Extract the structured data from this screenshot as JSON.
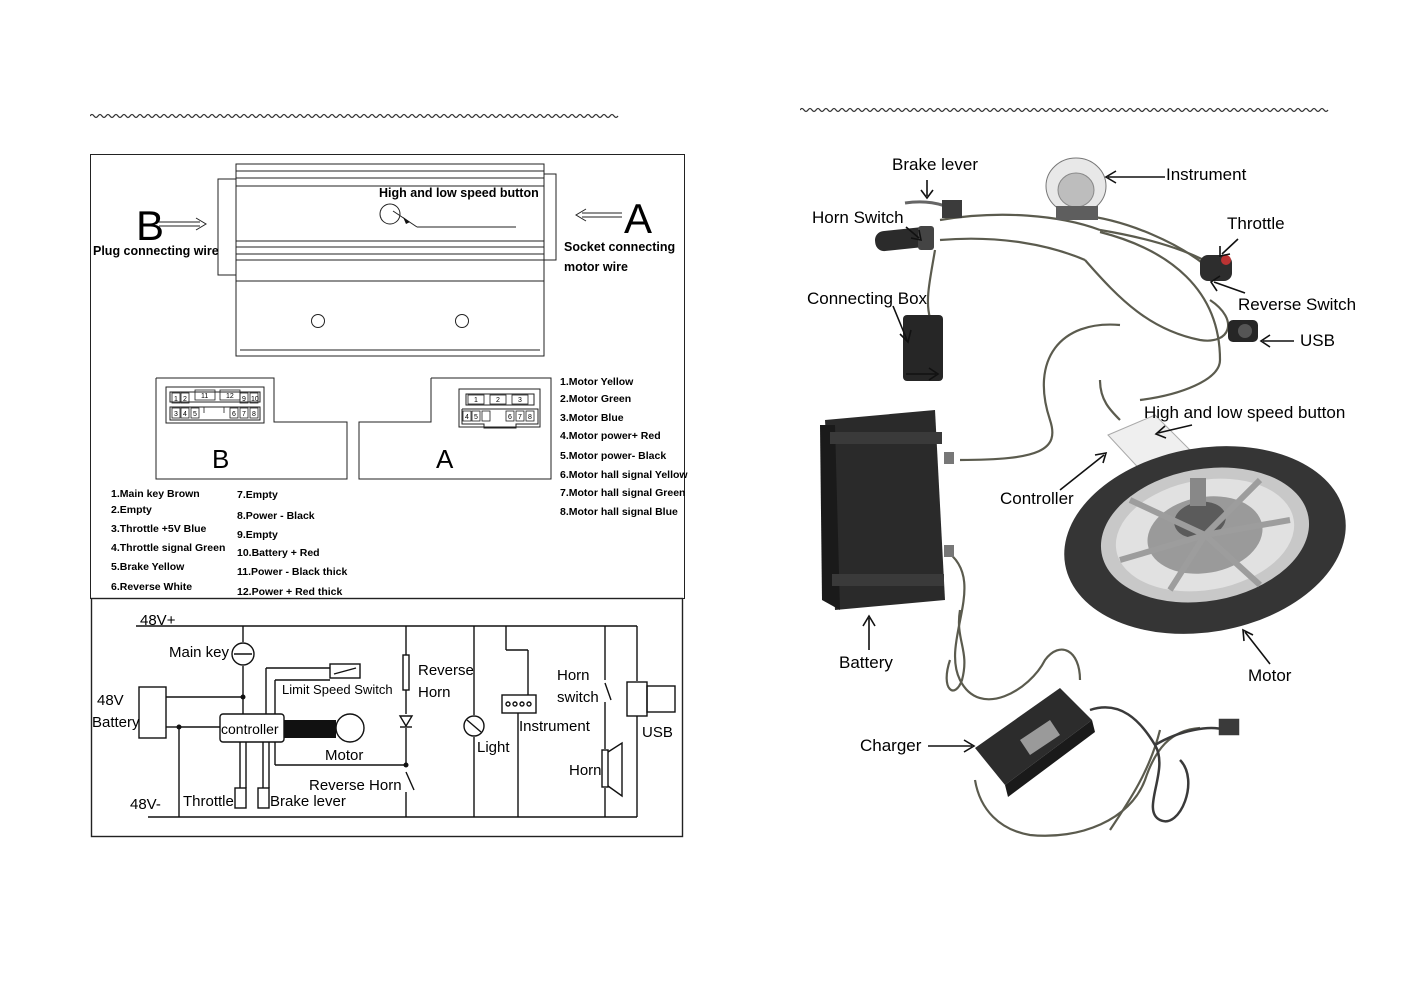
{
  "controller_diagram": {
    "high_low_button": "High and low speed button",
    "letter_b": "B",
    "letter_a": "A",
    "plug_label": "Plug connecting wire",
    "socket_label_1": "Socket connecting",
    "socket_label_2": "motor wire",
    "connector_b_letter": "B",
    "connector_a_letter": "A",
    "connector_b_pins": [
      "1",
      "2",
      "11",
      "12",
      "9",
      "10",
      "3",
      "4",
      "5",
      "6",
      "7",
      "8"
    ],
    "connector_a_pins": [
      "1",
      "2",
      "3",
      "4",
      "5",
      "6",
      "7",
      "8"
    ],
    "pins_a": [
      "1.Motor  Yellow",
      "2.Motor  Green",
      "3.Motor  Blue",
      "4.Motor power+  Red",
      "5.Motor power-  Black",
      "6.Motor hall signal Yellow",
      "7.Motor hall signal Green",
      "8.Motor hall signal Blue"
    ],
    "pins_b_left": [
      "1.Main key  Brown",
      "2.Empty",
      "3.Throttle +5V  Blue",
      "4.Throttle signal  Green",
      "5.Brake  Yellow",
      "6.Reverse  White"
    ],
    "pins_b_right": [
      "7.Empty",
      "8.Power -    Black",
      "9.Empty",
      "10.Battery +    Red",
      "11.Power -    Black thick",
      "12.Power +   Red thick"
    ]
  },
  "wiring_diagram": {
    "v48_plus": "48V+",
    "main_key": "Main key",
    "battery_1": "48V",
    "battery_2": "Battery",
    "controller": "controller",
    "limit_speed_switch": "Limit Speed Switch",
    "motor": "Motor",
    "reverse_horn_1": "Reverse",
    "reverse_horn_2": "Horn",
    "reverse_horn_switch": "Reverse Horn",
    "light": "Light",
    "instrument": "Instrument",
    "horn_switch_1": "Horn",
    "horn_switch_2": "switch",
    "horn": "Horn",
    "usb": "USB",
    "v48_minus": "48V-",
    "throttle": "Throttle",
    "brake_lever": "Brake lever"
  },
  "kit_photo": {
    "brake_lever": "Brake lever",
    "instrument": "Instrument",
    "horn_switch": "Horn Switch",
    "throttle": "Throttle",
    "connecting_box": "Connecting Box",
    "reverse_switch": "Reverse Switch",
    "usb": "USB",
    "high_low_button": "High and low speed button",
    "controller": "Controller",
    "battery": "Battery",
    "motor": "Motor",
    "charger": "Charger"
  },
  "colors": {
    "line": "#111111",
    "wire": "#5b5b4e",
    "battery_body": "#2a2a2a",
    "tire": "#353535",
    "rim": "#c8c8c8"
  }
}
